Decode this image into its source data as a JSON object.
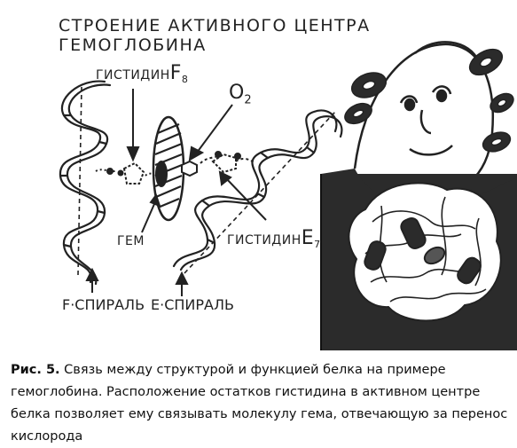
{
  "figure": {
    "title": "СТРОЕНИЕ АКТИВНОГО ЦЕНТРА ГЕМОГЛОБИНА",
    "labels": {
      "histidine_f8": "ГИСТИДИН",
      "histidine_f8_sub": "F",
      "histidine_f8_index": "8",
      "oxygen": "O",
      "oxygen_index": "2",
      "heme": "ГЕМ",
      "histidine_e7": "ГИСТИДИН",
      "histidine_e7_sub": "E",
      "histidine_e7_index": "7",
      "f_helix": "F·СПИРАЛЬ",
      "e_helix": "E·СПИРАЛЬ"
    },
    "colors": {
      "ink": "#1a1a1a",
      "paper": "#ffffff",
      "panel": "#2b2b2b"
    }
  },
  "caption": {
    "label": "Рис. 5.",
    "text": "Связь между структурой и функцией белка на примере гемоглобина. Расположение остатков гистидина в активном центре белка позволяет ему связывать молекулу гема, отвечающую за перенос кислорода"
  }
}
